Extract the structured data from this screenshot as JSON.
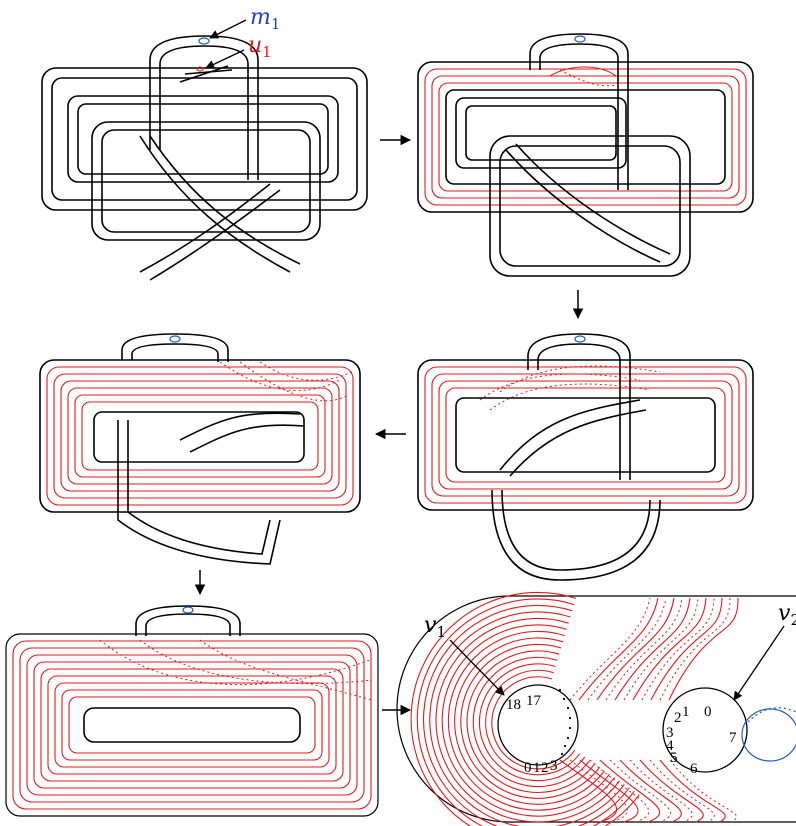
{
  "labels": {
    "m_main": "m",
    "m_sub": "1",
    "u_main": "u",
    "u_sub": "1",
    "v1_main": "v",
    "v1_sub": "1",
    "v2_main": "v",
    "v2_sub": "2"
  },
  "disk_left_numbers": [
    "18",
    "17",
    "0",
    "1",
    "2",
    "3"
  ],
  "disk_right_numbers": [
    "0",
    "1",
    "2",
    "3",
    "4",
    "5",
    "6",
    "7"
  ],
  "colors": {
    "curve": "#000000",
    "arc": "#e31a1c",
    "meridian": "#1f5fbf",
    "u_label": "#e31a1c",
    "m_label": "#1f3fd0"
  },
  "flow": [
    "right",
    "down",
    "left",
    "down",
    "right"
  ]
}
